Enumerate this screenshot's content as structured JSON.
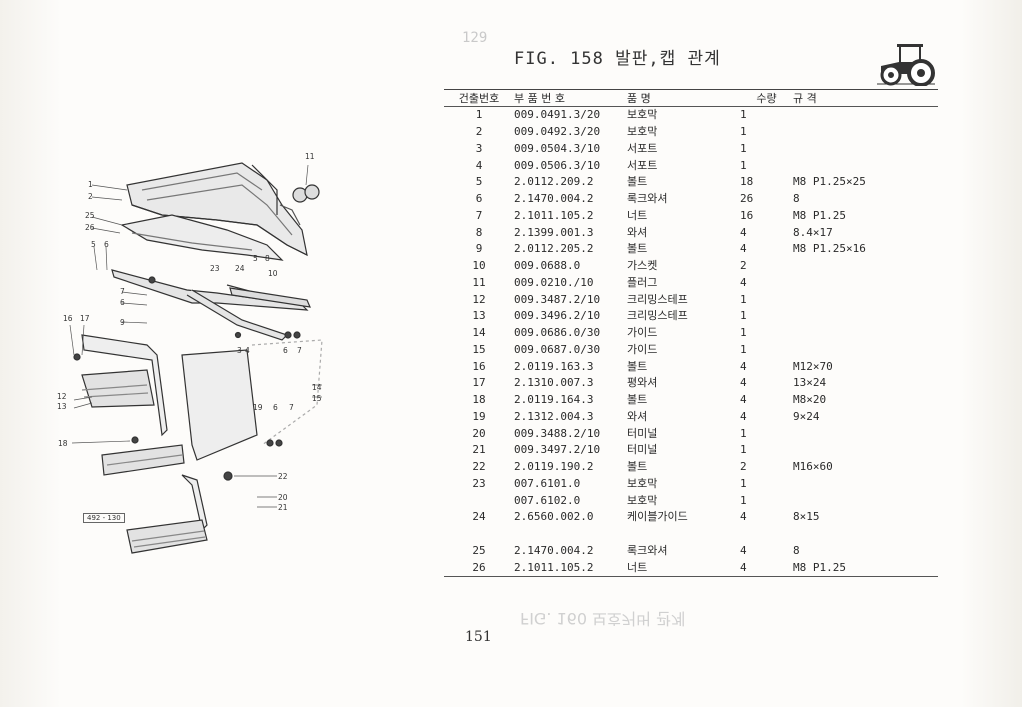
{
  "header": {
    "ghost_number": "129",
    "figure_title": "FIG. 158 발판,캡 관계"
  },
  "icons": {
    "header_icon": "tractor-icon"
  },
  "table": {
    "columns": [
      "건출번호",
      "부 품 번 호",
      "품 명",
      "수량",
      "규 격"
    ],
    "rows": [
      {
        "no": "1",
        "part": "009.0491.3/20",
        "name": "보호막",
        "qty": "1",
        "spec": ""
      },
      {
        "no": "2",
        "part": "009.0492.3/20",
        "name": "보호막",
        "qty": "1",
        "spec": ""
      },
      {
        "no": "3",
        "part": "009.0504.3/10",
        "name": "서포트",
        "qty": "1",
        "spec": ""
      },
      {
        "no": "4",
        "part": "009.0506.3/10",
        "name": "서포트",
        "qty": "1",
        "spec": ""
      },
      {
        "no": "5",
        "part": "2.0112.209.2",
        "name": "볼트",
        "qty": "18",
        "spec": "M8 P1.25×25"
      },
      {
        "no": "6",
        "part": "2.1470.004.2",
        "name": "록크와셔",
        "qty": "26",
        "spec": "8"
      },
      {
        "no": "7",
        "part": "2.1011.105.2",
        "name": "너트",
        "qty": "16",
        "spec": "M8 P1.25"
      },
      {
        "no": "8",
        "part": "2.1399.001.3",
        "name": "와셔",
        "qty": "4",
        "spec": "8.4×17"
      },
      {
        "no": "9",
        "part": "2.0112.205.2",
        "name": "볼트",
        "qty": "4",
        "spec": "M8 P1.25×16"
      },
      {
        "no": "10",
        "part": "009.0688.0",
        "name": "가스켓",
        "qty": "2",
        "spec": ""
      },
      {
        "no": "11",
        "part": "009.0210./10",
        "name": "플러그",
        "qty": "4",
        "spec": ""
      },
      {
        "no": "12",
        "part": "009.3487.2/10",
        "name": "크리밍스테프",
        "qty": "1",
        "spec": ""
      },
      {
        "no": "13",
        "part": "009.3496.2/10",
        "name": "크리밍스테프",
        "qty": "1",
        "spec": ""
      },
      {
        "no": "14",
        "part": "009.0686.0/30",
        "name": "가이드",
        "qty": "1",
        "spec": ""
      },
      {
        "no": "15",
        "part": "009.0687.0/30",
        "name": "가이드",
        "qty": "1",
        "spec": ""
      },
      {
        "no": "16",
        "part": "2.0119.163.3",
        "name": "볼트",
        "qty": "4",
        "spec": "M12×70"
      },
      {
        "no": "17",
        "part": "2.1310.007.3",
        "name": "평와셔",
        "qty": "4",
        "spec": "13×24"
      },
      {
        "no": "18",
        "part": "2.0119.164.3",
        "name": "볼트",
        "qty": "4",
        "spec": "M8×20"
      },
      {
        "no": "19",
        "part": "2.1312.004.3",
        "name": "와셔",
        "qty": "4",
        "spec": "9×24"
      },
      {
        "no": "20",
        "part": "009.3488.2/10",
        "name": "터미널",
        "qty": "1",
        "spec": ""
      },
      {
        "no": "21",
        "part": "009.3497.2/10",
        "name": "터미널",
        "qty": "1",
        "spec": ""
      },
      {
        "no": "22",
        "part": "2.0119.190.2",
        "name": "볼트",
        "qty": "2",
        "spec": "M16×60"
      },
      {
        "no": "23",
        "part": "007.6101.0",
        "name": "보호막",
        "qty": "1",
        "spec": ""
      },
      {
        "no": "",
        "part": "007.6102.0",
        "name": "보호막",
        "qty": "1",
        "spec": ""
      },
      {
        "no": "24",
        "part": "2.6560.002.0",
        "name": "케이블가이드",
        "qty": "4",
        "spec": "8×15"
      },
      {
        "no": "",
        "part": "",
        "name": "",
        "qty": "",
        "spec": ""
      },
      {
        "no": "25",
        "part": "2.1470.004.2",
        "name": "록크와셔",
        "qty": "4",
        "spec": "8"
      },
      {
        "no": "26",
        "part": "2.1011.105.2",
        "name": "너트",
        "qty": "4",
        "spec": "M8 P1.25"
      }
    ]
  },
  "diagram": {
    "callouts": [
      "1",
      "2",
      "25",
      "26",
      "5",
      "6",
      "11",
      "23",
      "24",
      "5",
      "8",
      "10",
      "7",
      "6",
      "9",
      "16",
      "17",
      "3",
      "4",
      "6",
      "7",
      "12",
      "13",
      "14",
      "15",
      "19",
      "6",
      "7",
      "18",
      "22",
      "20",
      "21"
    ],
    "code_box": "492 - 130"
  },
  "footer": {
    "page_number": "151",
    "mirrored_text": "FIG. 160 보호커버 관계"
  }
}
